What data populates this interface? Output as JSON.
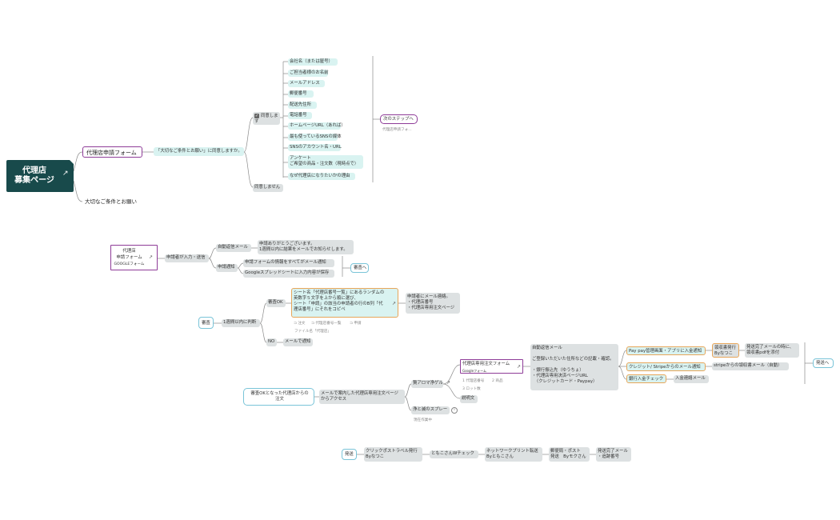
{
  "root": {
    "title_line1": "代理店",
    "title_line2": "募集ページ",
    "link_icon": "external-link-icon"
  },
  "top": {
    "application_form": "代理店申請フォーム",
    "agree_question": "「大切なご条件とお願い」に同意しますか。",
    "agree_yes": "同意します",
    "agree_no": "同意しません",
    "important_terms": "大切なご条件とお願い",
    "fields": [
      "会社名（または屋号）",
      "ご担当者様のお名前",
      "メールアドレス",
      "郵便番号",
      "配送先住所",
      "電話番号",
      "ホームページURL（あれば）",
      "最も使っているSNSの媒体",
      "SNSのアカウント名・URL",
      "アンケート\nご希望の商品・注文数（現時点で）",
      "なぜ代理店になりたいかの理由"
    ],
    "next_step": "次のステップへ",
    "next_step_sub": "代理店申請フォ…"
  },
  "flow2": {
    "form_line1": "代理店",
    "form_line2": "申請フォーム",
    "form_line3": "GOOGLEフォーム",
    "input_send": "申請者が入力・送信",
    "auto_reply": "自動返信メール",
    "auto_reply_text": "申請ありがとうございます。\n1週間以内に結果をメールでお知らせします。",
    "notify": "申請通知",
    "notify_a": "申請フォームの情報をすべてがメール通知",
    "notify_b": "Googleスプレッドシートに入力内容が保存",
    "to_review": "審査へ"
  },
  "flow3": {
    "review": "審査",
    "decide": "1週間以内に判断",
    "ok": "審査OK",
    "ok_text": "シート名「代理店番号一覧」にあるランダムの\n英数字５文字を上から順に選び、\nシート「申請」の該当の申請者の行のB列「代\n理店番号」にそれをコピペ",
    "notify_text": "申請者にメール連絡。\n・代理店番号\n・代理店専用注文ページ",
    "tags": [
      "注文",
      "代理店番号一覧",
      "申請"
    ],
    "file_name": "ファイル名「代理店」",
    "no": "NO",
    "no_text": "メールで通知"
  },
  "flow4": {
    "start": "審査OKとなった代理店からの\n注文",
    "access": "メールで案内した代理店専用注文ページ\nからアクセス",
    "order_form": "代理店専用注文フォーム",
    "order_form_sub": "Googleフォーム",
    "product_a": "贅アロマ浄ゲル",
    "product_b": "浄と滅のスプレー",
    "product_b_sub": "現在作業中",
    "order_items": [
      "1 代理店番号",
      "2 商品",
      "3 ロット数"
    ],
    "explain": "説明文",
    "auto_mail": "自動返信メール\n\nご登録いただいた住所などの記載・確認。\n\n・銀行振込先（ゆうちょ）\n・代理店専用決済ページURL\n　（クレジットカード・Paypay）",
    "paypay": "Pay pay管理画面・アプリに入金通知",
    "credit": "クレジット/ Stripeからのメール通知",
    "bank": "銀行入金チェック",
    "receipt": "領収書発行\nByなつこ",
    "receipt_note": "発送完了メールの時に、\n領収書pdfを添付",
    "stripe_receipt": "stripeからの領収書メール（自動）",
    "bank_mail": "入金連絡メール",
    "to_ship": "発送へ"
  },
  "flow5": {
    "ship": "発送",
    "steps": [
      "クリックポストラベル発行\nByなつこ",
      "ともこさんWチェック",
      "ネットワークプリント転送\nByともこさん",
      "郵便局・ポスト\n発送　Byモクさん",
      "発送完了メール\n・追跡番号"
    ]
  },
  "colors": {
    "root": "#184a4b",
    "accent_purple": "#8e3c98",
    "accent_blue": "#7ac4d8",
    "accent_orange": "#e7a65a",
    "teal": "#d9f3f1",
    "grey": "#dde1e2"
  }
}
